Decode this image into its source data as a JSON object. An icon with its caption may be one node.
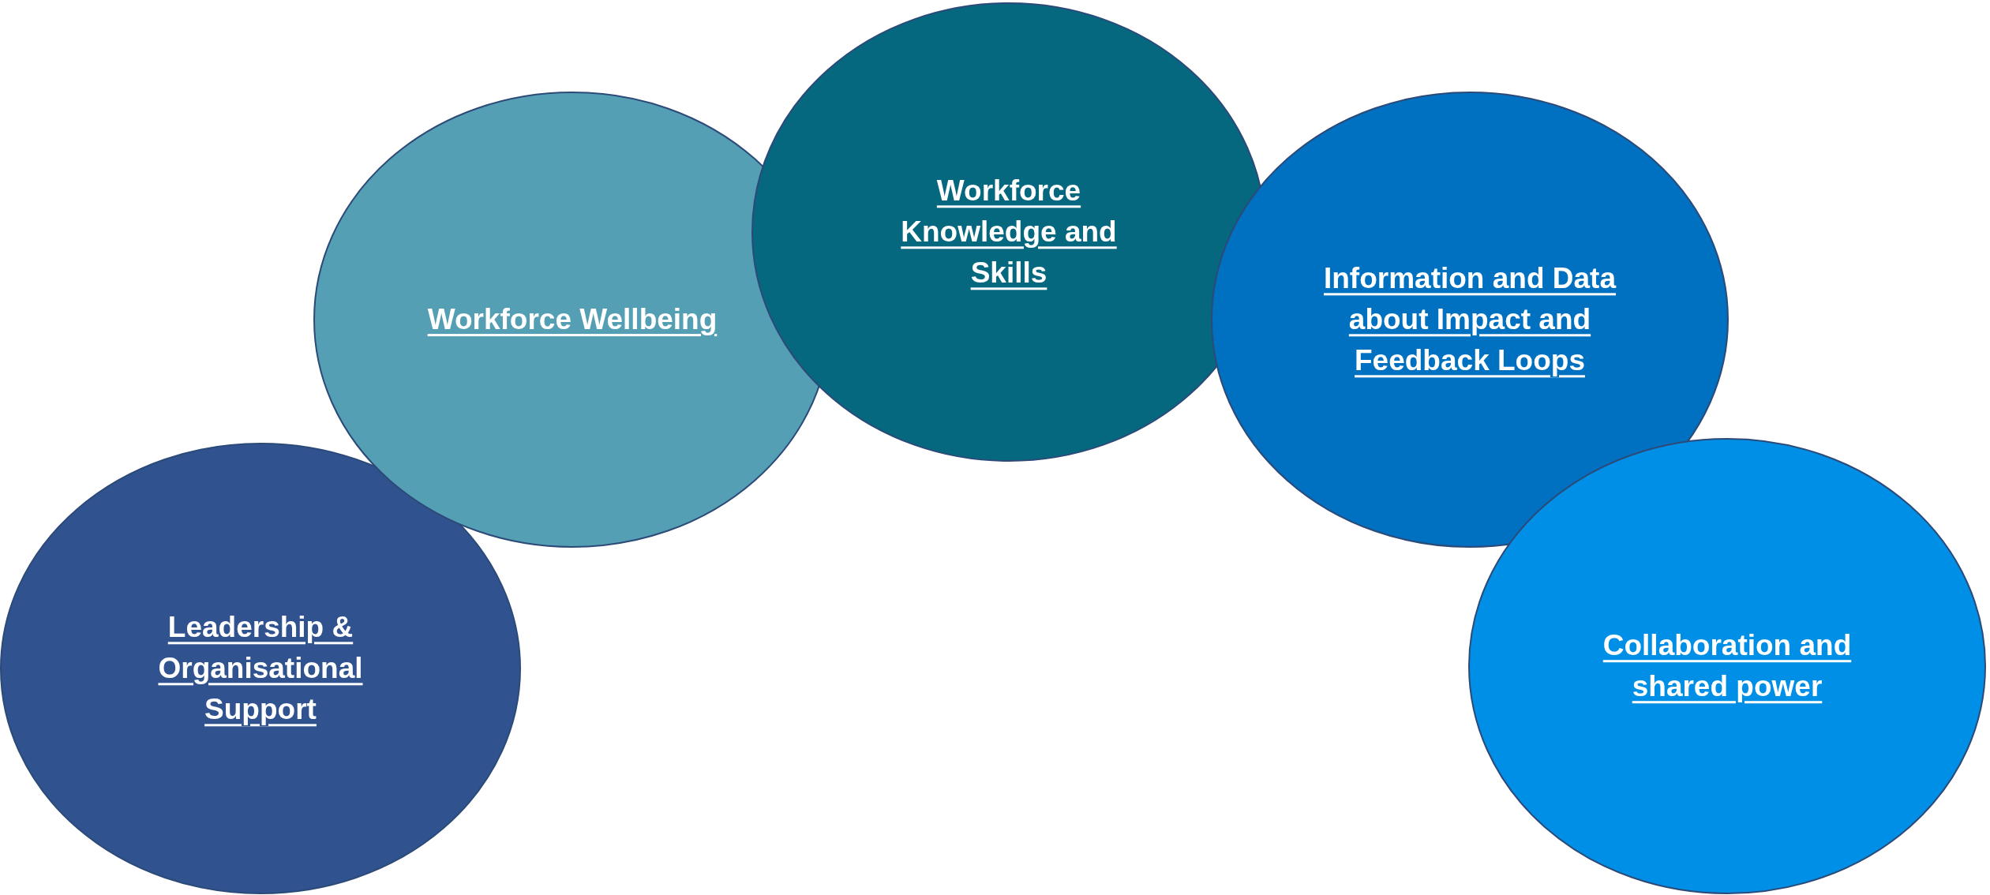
{
  "diagram": {
    "nodes": [
      {
        "text": [
          "Leadership & Organisational Support"
        ]
      },
      {
        "text": [
          "Workforce Wellbeing"
        ]
      },
      {
        "text": [
          "Workforce Knowledge and Skills"
        ]
      },
      {
        "text": [
          "Information and Data about Impact and Feedback Loops"
        ]
      },
      {
        "text": [
          "Collaboration and shared power"
        ]
      }
    ]
  }
}
